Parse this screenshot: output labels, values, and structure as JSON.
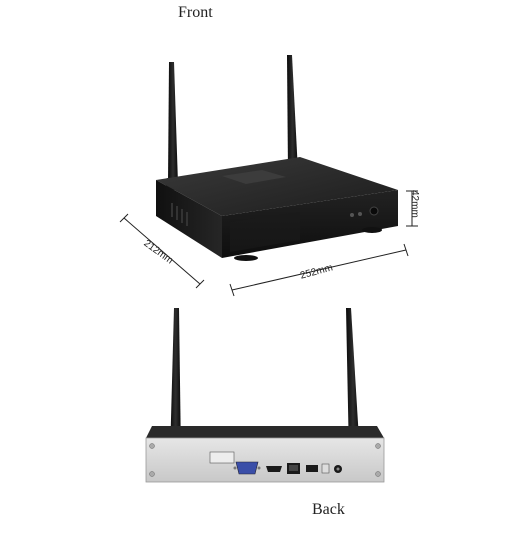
{
  "labels": {
    "front": "Front",
    "back": "Back"
  },
  "dimensions": {
    "depth": "212mm",
    "width": "252mm",
    "height": "42mm"
  },
  "colors": {
    "device_body": "#1a1a1a",
    "device_top": "#2a2a2a",
    "back_panel": "#d9d9d9",
    "antenna": "#141414"
  }
}
